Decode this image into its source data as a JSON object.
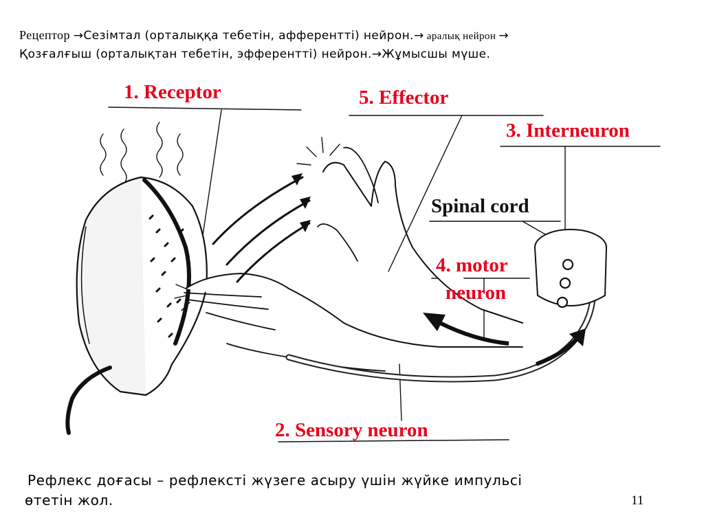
{
  "header": {
    "part1": "Рецептор ",
    "part2": "Сезімтал (орталыққа тебетін, афферентті)  нейрон.",
    "part3": " аралық нейрон ",
    "line2": "Қозғалғыш (орталықтан тебетін, эфферентті)  нейрон.",
    "part4": "Жұмысшы мүше.",
    "arrow": "→"
  },
  "labels": {
    "receptor": "1.   Receptor",
    "effector": "5.  Effector",
    "interneuron": "3. Interneuron",
    "spinal_cord": "Spinal cord",
    "motor_line1": "4.  motor",
    "motor_line2": "neuron",
    "sensory": "2.  Sensory neuron"
  },
  "footer": {
    "definition_line1": "Рефлекс доғасы – рефлексті жүзеге асыру үшін жүйке импульсі",
    "definition_line2": "өтетін жол.",
    "page_number": "11"
  },
  "colors": {
    "label_red": "#e8001c",
    "ink": "#111111"
  }
}
